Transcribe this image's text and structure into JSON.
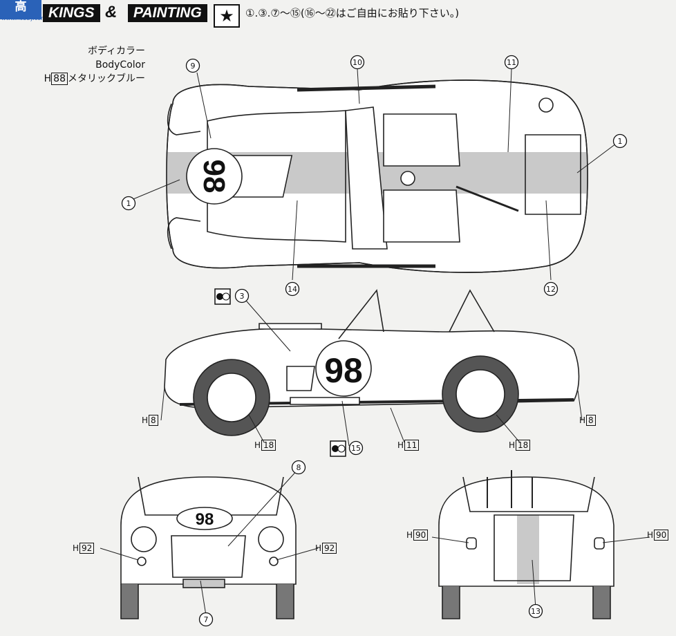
{
  "header": {
    "title_part1": "KINGS",
    "ampersand": "&",
    "title_part2": "PAINTING",
    "star_symbol": "★",
    "instruction": "①.③.⑦～⑮(⑯～㉒はご自由にお貼り下さい。)"
  },
  "watermark": {
    "text": "高",
    "sub": "www.hobby.com"
  },
  "body_color": {
    "jp": "ボディカラー",
    "en": "BodyColor",
    "code_prefix": "H",
    "code": "88",
    "name": "メタリックブルー"
  },
  "decal_number": "98",
  "paint_codes": [
    {
      "prefix": "H",
      "code": "8"
    },
    {
      "prefix": "H",
      "code": "18"
    },
    {
      "prefix": "H",
      "code": "11"
    },
    {
      "prefix": "H",
      "code": "18"
    },
    {
      "prefix": "H",
      "code": "8"
    },
    {
      "prefix": "H",
      "code": "92"
    },
    {
      "prefix": "H",
      "code": "92"
    },
    {
      "prefix": "H",
      "code": "90"
    },
    {
      "prefix": "H",
      "code": "90"
    }
  ],
  "callouts": [
    "9",
    "10",
    "11",
    "1",
    "1",
    "14",
    "12",
    "3",
    "15",
    "8",
    "7",
    "13"
  ]
}
